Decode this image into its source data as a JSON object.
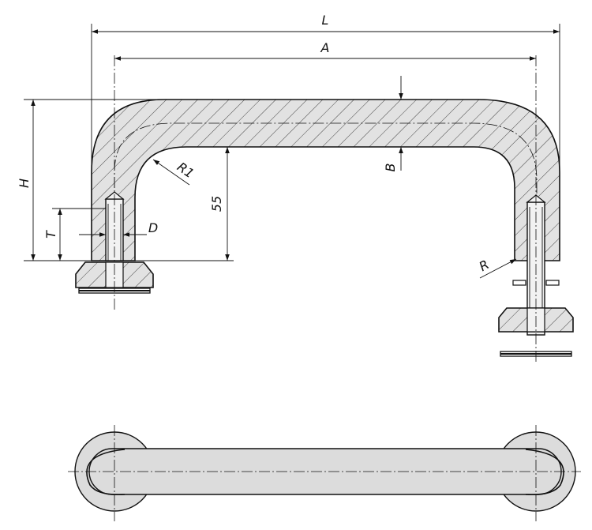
{
  "labels": {
    "L": "L",
    "A": "A",
    "H": "H",
    "B": "B",
    "R1": "R1",
    "D": "D",
    "T": "T",
    "h55": "55",
    "R": "R"
  }
}
